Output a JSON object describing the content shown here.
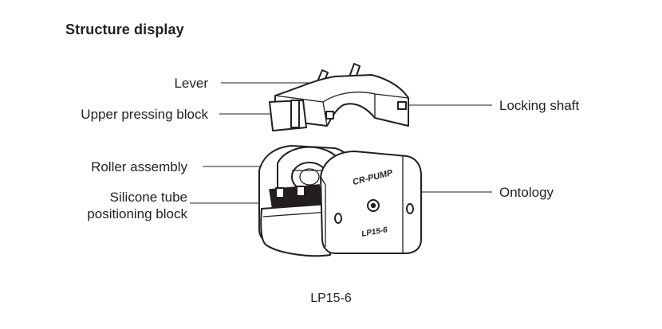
{
  "title": "Structure display",
  "labels": {
    "lever": "Lever",
    "upper_pressing_block": "Upper pressing block",
    "roller_assembly": "Roller assembly",
    "silicone_tube_line1": "Silicone tube",
    "silicone_tube_line2": "positioning block",
    "locking_shaft": "Locking shaft",
    "ontology": "Ontology"
  },
  "pump_brand": "CR-PUMP",
  "pump_model_mark": "LP15-6",
  "caption": "LP15-6"
}
